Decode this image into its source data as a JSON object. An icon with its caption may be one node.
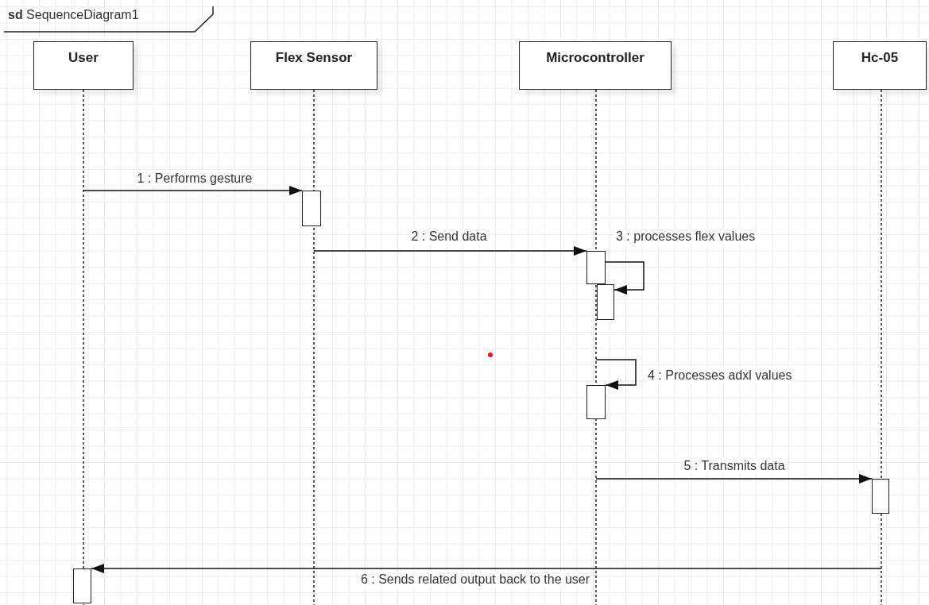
{
  "diagram": {
    "title": "**sd** SequenceDiagram1",
    "nodes": [
      {
        "text": [
          "User"
        ]
      },
      {
        "text": [
          "Flex Sensor"
        ]
      },
      {
        "text": [
          "Microcontroller"
        ]
      },
      {
        "text": [
          "Hc-05"
        ]
      },
      {
        "text": [],
        "shape": "line"
      },
      {
        "text": [],
        "shape": "line"
      },
      {
        "text": [],
        "shape": "line"
      },
      {
        "text": [],
        "shape": "line"
      },
      {
        "text": [],
        "shape": "bar"
      },
      {
        "text": [],
        "shape": "bar"
      },
      {
        "text": [],
        "shape": "bar"
      },
      {
        "text": [],
        "shape": "bar"
      },
      {
        "text": [],
        "shape": "bar"
      },
      {
        "text": [],
        "shape": "bar"
      }
    ],
    "edges": [
      {
        "from": 4,
        "to": 8,
        "arrow": "to",
        "label": "1 : Performs gesture"
      },
      {
        "from": 5,
        "to": 9,
        "arrow": "to",
        "label": "2 : Send data"
      },
      {
        "from": 9,
        "to": 10,
        "arrow": "to",
        "label": "3 : processes flex values"
      },
      {
        "from": 6,
        "to": 11,
        "arrow": "to",
        "label": "4 : Processes adxl values"
      },
      {
        "from": 6,
        "to": 12,
        "arrow": "to",
        "label": "5 : Transmits data"
      },
      {
        "from": 7,
        "to": 13,
        "arrow": "to",
        "label": "6 : Sends related output back to the user"
      }
    ]
  }
}
